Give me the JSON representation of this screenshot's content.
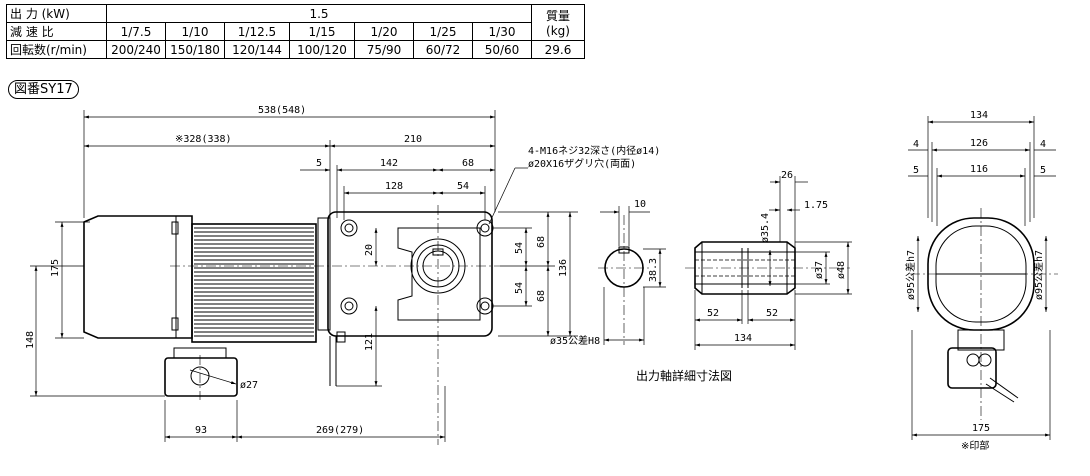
{
  "spec_table": {
    "output_label": "出 力 (kW)",
    "output_value": "1.5",
    "ratio_label": "減 速 比",
    "speed_label": "回転数(r/min)",
    "mass_label_1": "質量",
    "mass_label_2": "(kg)",
    "mass_value": "29.6",
    "ratios": [
      "1/7.5",
      "1/10",
      "1/12.5",
      "1/15",
      "1/20",
      "1/25",
      "1/30"
    ],
    "speeds": [
      "200/240",
      "150/180",
      "120/144",
      "100/120",
      "75/90",
      "60/72",
      "50/60"
    ]
  },
  "figure_label": "図番SY17",
  "front_view": {
    "dims": {
      "overall": "538(548)",
      "motor": "※328(338)",
      "gearbox": "210",
      "flange_offset": "5",
      "bolt_pitch_h": "142",
      "offset_68_top": "68",
      "inner_128": "128",
      "inner_54_h": "54",
      "height_175": "175",
      "height_148": "148",
      "center_20": "20",
      "center_121": "121",
      "v54_upper": "54",
      "v54_lower": "54",
      "v68_upper": "68",
      "v68_lower": "68",
      "v136": "136",
      "base_93": "93",
      "base_269": "269(279)",
      "terminal_27": "ø27"
    },
    "callout_line_1": "4-M16ネジ32深さ(内径ø14)",
    "callout_line_2": "ø20X16ザグリ穴(両面)"
  },
  "shaft_detail": {
    "caption": "出力軸詳細寸法図",
    "dims": {
      "key_10": "10",
      "bore_38_3": "38.3",
      "bore_35": "ø35公差H8",
      "groove_26": "26",
      "groove_1_75": "1.75",
      "dia_35_4": "ø35.4",
      "dia_37": "ø37",
      "dia_48": "ø48",
      "len_52_left": "52",
      "len_52_right": "52",
      "len_134": "134"
    }
  },
  "side_view": {
    "dims": {
      "width_134": "134",
      "width_126": "126",
      "width_116": "116",
      "side_4_left": "4",
      "side_4_right": "4",
      "side_5_left": "5",
      "side_5_right": "5",
      "spigot_left": "ø95公差h7",
      "spigot_right": "ø95公差h7",
      "width_175": "175"
    },
    "note": "※印部"
  }
}
